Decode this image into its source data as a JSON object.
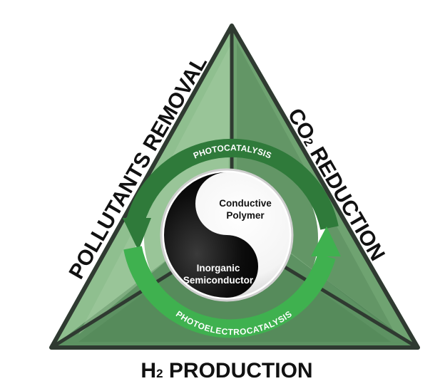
{
  "labels": {
    "left_side": "POLLUTANTS REMOVAL",
    "right_side_prefix": "CO",
    "right_side_sub": "2",
    "right_side_suffix": " REDUCTION",
    "bottom_prefix": "H",
    "bottom_sub": "2",
    "bottom_suffix": " PRODUCTION"
  },
  "cycle": {
    "top_arrow": "PHOTOCATALYSIS",
    "bottom_arrow": "PHOTOELECTROCATALYSIS"
  },
  "core": {
    "white_line1": "Conductive",
    "white_line2": "Polymer",
    "black_line1": "Inorganic",
    "black_line2": "Semiconductor"
  },
  "colors": {
    "triangle_outline": "#2f3a31",
    "facet_light": "#8fbf8f",
    "facet_mid": "#6fa371",
    "facet_dark": "#4c7f52",
    "arrow_dark": "#2f7a3a",
    "arrow_light": "#3fb14f",
    "ring_white": "#ffffff"
  }
}
